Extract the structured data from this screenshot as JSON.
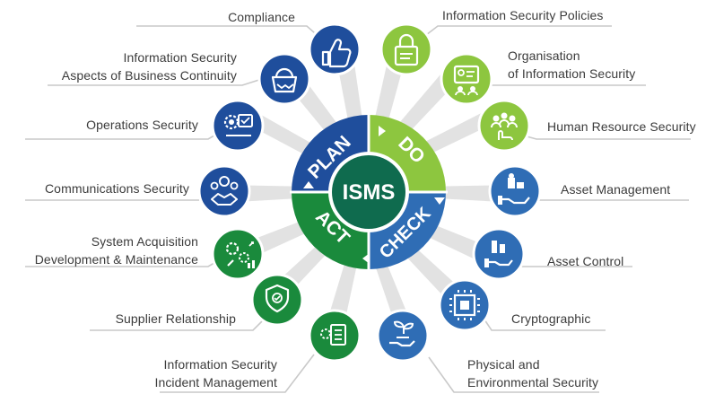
{
  "center": {
    "title": "ISMS"
  },
  "cycle": {
    "plan": "PLAN",
    "do": "DO",
    "check": "CHECK",
    "act": "ACT"
  },
  "colors": {
    "blue": "#1f4e9c",
    "blue_mid": "#2f6db5",
    "green_light": "#8dc63f",
    "green_dark": "#1a8a3c",
    "teal": "#0f6b4e",
    "line": "#c8c8c8"
  },
  "items": [
    {
      "label": "Compliance",
      "icon": "thumbs-up-icon"
    },
    {
      "label": "Information Security Policies",
      "icon": "lock-document-icon"
    },
    {
      "label": "Information Security",
      "label2": "Aspects of Business Continuity",
      "icon": "handshake-basket-icon"
    },
    {
      "label": "Organisation",
      "label2": "of Information Security",
      "icon": "organisation-chart-icon"
    },
    {
      "label": "Operations Security",
      "icon": "gear-monitor-icon"
    },
    {
      "label": "Human Resource Security",
      "icon": "people-hand-icon"
    },
    {
      "label": "Communications Security",
      "icon": "team-handshake-icon"
    },
    {
      "label": "Asset Management",
      "icon": "asset-hand-icon"
    },
    {
      "label": "System Acquisition",
      "label2": "Development & Maintenance",
      "icon": "gears-wrench-icon"
    },
    {
      "label": "Asset Control",
      "icon": "asset-control-icon"
    },
    {
      "label": "Supplier Relationship",
      "icon": "shield-check-icon"
    },
    {
      "label": "Cryptographic",
      "icon": "chip-icon"
    },
    {
      "label": "Information Security",
      "label2": "Incident Management",
      "icon": "incident-document-icon"
    },
    {
      "label": "Physical and",
      "label2": "Environmental Security",
      "icon": "plant-hand-icon"
    }
  ]
}
